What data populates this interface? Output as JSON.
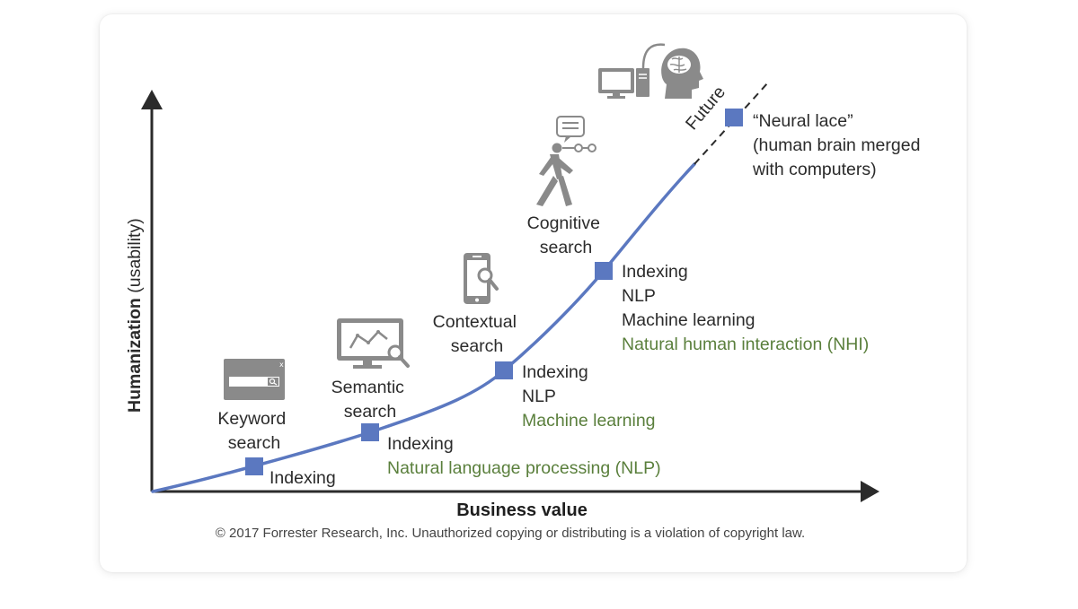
{
  "axes": {
    "x_label": "Business value",
    "y_label_bold": "Humanization",
    "y_label_rest": " (usability)"
  },
  "future_label": "Future",
  "stages": [
    {
      "title_lines": [
        "Keyword",
        "search"
      ],
      "icon": "search-box-icon",
      "features": [
        "Indexing"
      ],
      "new_feature": ""
    },
    {
      "title_lines": [
        "Semantic",
        "search"
      ],
      "icon": "monitor-chart-icon",
      "features": [
        "Indexing"
      ],
      "new_feature": "Natural language processing (NLP)"
    },
    {
      "title_lines": [
        "Contextual",
        "search"
      ],
      "icon": "mobile-search-icon",
      "features": [
        "Indexing",
        "NLP"
      ],
      "new_feature": "Machine learning"
    },
    {
      "title_lines": [
        "Cognitive",
        "search"
      ],
      "icon": "person-speech-icon",
      "features": [
        "Indexing",
        "NLP",
        "Machine learning"
      ],
      "new_feature": "Natural human interaction (NHI)"
    },
    {
      "title_lines": [
        "“Neural lace”",
        "(human brain merged",
        "with computers)"
      ],
      "icon": "computer-brain-icon",
      "features": [],
      "new_feature": ""
    }
  ],
  "copyright": "© 2017 Forrester Research, Inc. Unauthorized copying or distributing is a violation of copyright law.",
  "colors": {
    "curve": "#5b78c0",
    "marker": "#5b78c0",
    "new_feature": "#5a7f3c",
    "icon": "#8a8a8a",
    "axis": "#2b2b2b"
  }
}
